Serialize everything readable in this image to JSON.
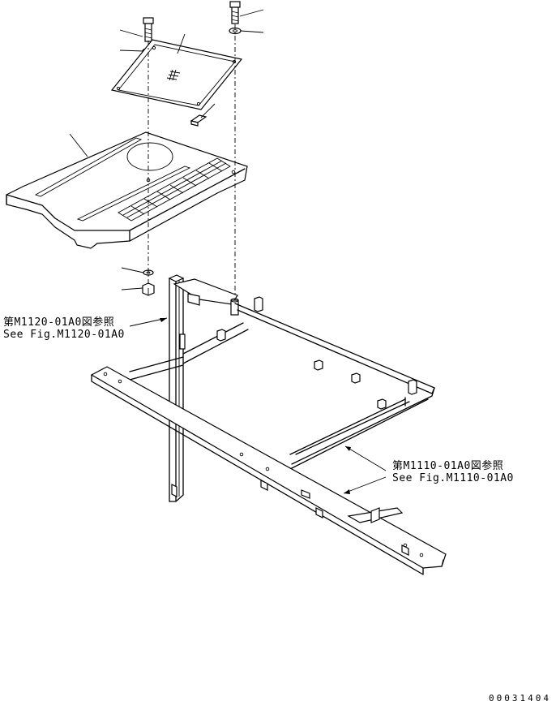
{
  "references": {
    "left": {
      "jp": "第M1120-01A0図参照",
      "en": "See Fig.M1120-01A0"
    },
    "right": {
      "jp": "第M1110-01A0図参照",
      "en": "See Fig.M1110-01A0"
    }
  },
  "drawing_number": "00031404"
}
